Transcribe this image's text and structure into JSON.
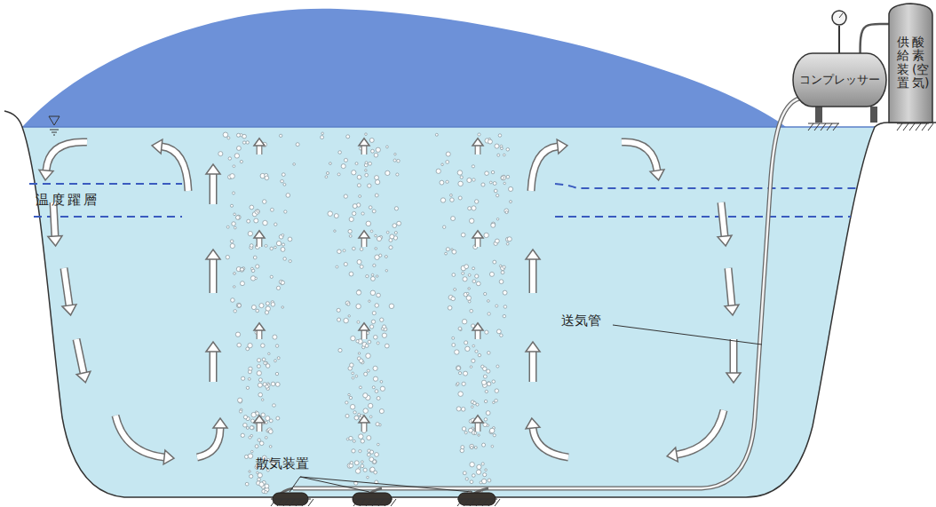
{
  "diagram": {
    "nodes": [
      {
        "text": [
          "コンプレッサー"
        ]
      },
      {
        "text": [
          "酸素(空気)",
          "供給装置"
        ]
      }
    ],
    "edges": [
      {
        "from": 0,
        "to": 1,
        "arrow": "none"
      }
    ],
    "labels": [
      "温度躍層",
      "送気管",
      "散気装置"
    ]
  }
}
